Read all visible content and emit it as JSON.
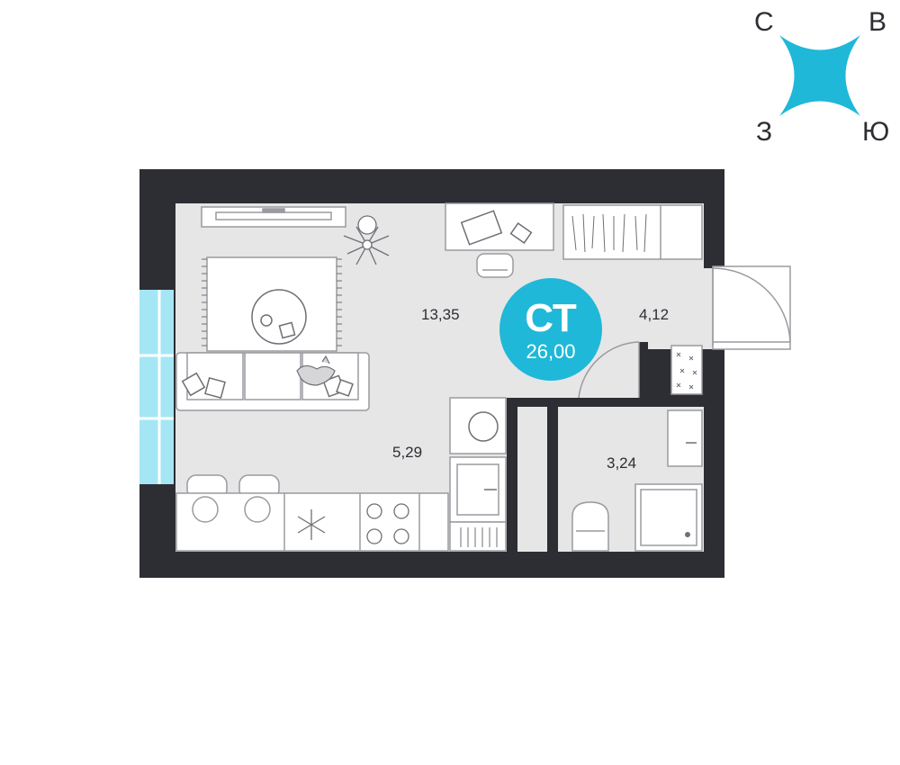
{
  "compass": {
    "north": "С",
    "east": "В",
    "west": "З",
    "south": "Ю"
  },
  "apartment": {
    "type": "СТ",
    "total_area": "26,00"
  },
  "rooms": {
    "living": "13,35",
    "kitchen": "5,29",
    "hall": "4,12",
    "bathroom": "3,24"
  },
  "colors": {
    "wall": "#2d2e33",
    "floor": "#e6e6e7",
    "accent": "#1fb8d8",
    "window": "#a5e6f5",
    "line": "#9a9aa0"
  }
}
